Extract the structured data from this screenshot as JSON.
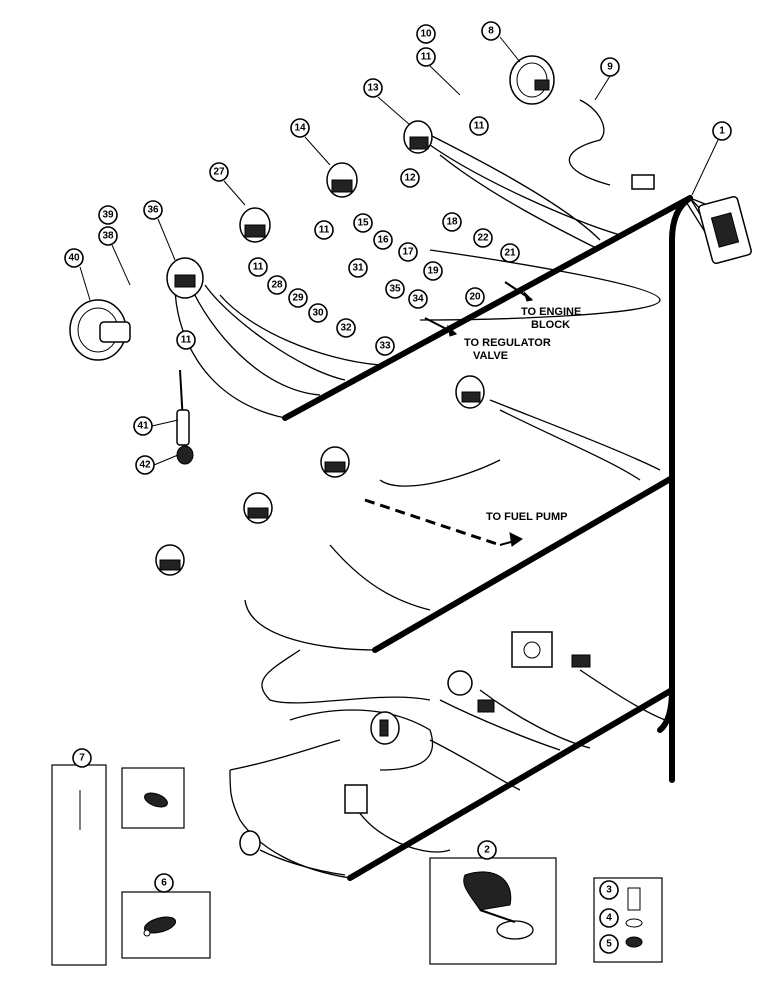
{
  "callouts": {
    "c1": "1",
    "c2": "2",
    "c3": "3",
    "c4": "4",
    "c5": "5",
    "c6": "6",
    "c7": "7",
    "c8": "8",
    "c9": "9",
    "c10": "10",
    "c11": "11",
    "c12": "12",
    "c13": "13",
    "c14": "14",
    "c15": "15",
    "c16": "16",
    "c17": "17",
    "c18": "18",
    "c19": "19",
    "c20": "20",
    "c21": "21",
    "c22": "22",
    "c27": "27",
    "c28": "28",
    "c29": "29",
    "c30": "30",
    "c31": "31",
    "c32": "32",
    "c33": "33",
    "c34": "34",
    "c35": "35",
    "c36": "36",
    "c38": "38",
    "c39": "39",
    "c40": "40",
    "c41": "41",
    "c42": "42"
  },
  "labels": {
    "engine_block_1": "TO ENGINE",
    "engine_block_2": "BLOCK",
    "regulator_1": "TO REGULATOR",
    "regulator_2": "VALVE",
    "fuel_pump": "TO FUEL PUMP"
  }
}
